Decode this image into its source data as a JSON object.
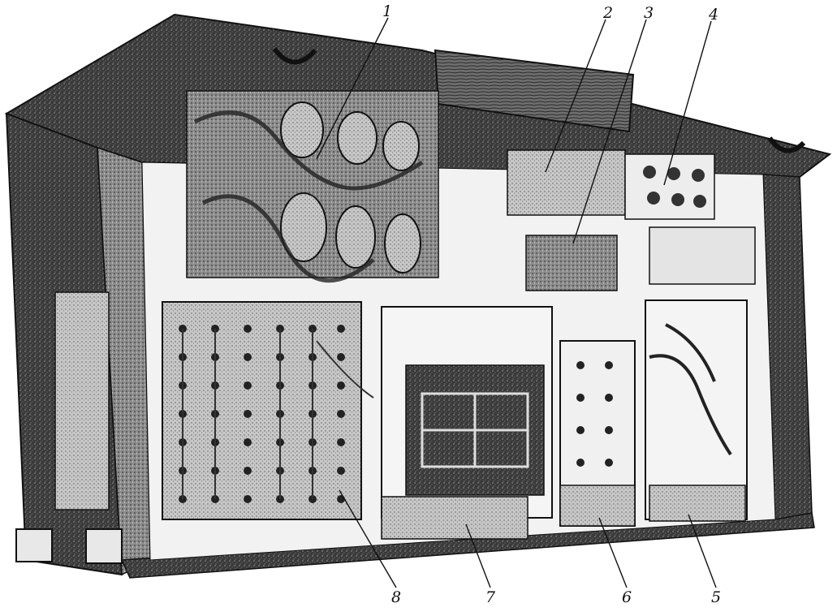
{
  "figure": {
    "image_kind": "engraved technical illustration of an electronic equipment chassis (cutaway view)",
    "ink_color": "#111111",
    "paper_color": "#ffffff",
    "callouts": [
      {
        "number": "1",
        "part": "toroidal-transformers"
      },
      {
        "number": "2",
        "part": "coil-assembly"
      },
      {
        "number": "3",
        "part": "relay"
      },
      {
        "number": "4",
        "part": "terminal-connector-block"
      },
      {
        "number": "5",
        "part": "right-plug-in-module"
      },
      {
        "number": "6",
        "part": "narrow-plug-in-module"
      },
      {
        "number": "7",
        "part": "center-circuit-board"
      },
      {
        "number": "8",
        "part": "left-terminal-board"
      }
    ]
  }
}
